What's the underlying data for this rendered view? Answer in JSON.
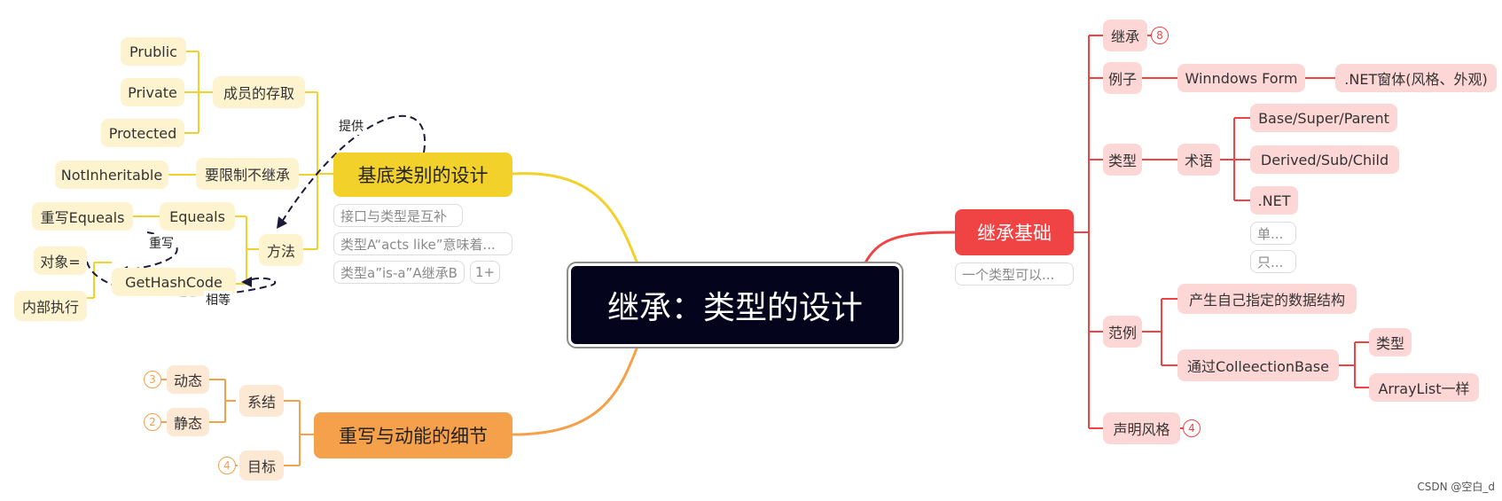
{
  "colors": {
    "yellow": "#f3d12b",
    "orange": "#f5a04a",
    "red": "#f04444",
    "central": "#04041c"
  },
  "central": {
    "label": "继承：类型的设计"
  },
  "base_design": {
    "label": "基底类别的设计",
    "members": {
      "label": "成员的存取",
      "children": [
        "Prublic",
        "Private",
        "Protected"
      ]
    },
    "restrict": {
      "label": "要限制不继承",
      "child": "NotInheritable"
    },
    "methods": {
      "label": "方法",
      "equeals": "Equeals",
      "override_equeals": "重写Equeals",
      "gethashcode": "GetHashCode",
      "object": "对象=",
      "internal": "内部执行"
    },
    "notes": [
      "接口与类型是互补",
      "类型A“acts like”意味着...",
      "类型a”is-a”A继承B"
    ],
    "more_label": "1+"
  },
  "relations": {
    "provide": "提供",
    "override": "重写",
    "equal": "相等"
  },
  "override_detail": {
    "label": "重写与动能的细节",
    "binding": {
      "label": "系结",
      "children": [
        {
          "label": "动态",
          "count": "3"
        },
        {
          "label": "静态",
          "count": "2"
        }
      ]
    },
    "target": {
      "label": "目标",
      "count": "4"
    }
  },
  "inheritance_basics": {
    "label": "继承基础",
    "note": "一个类型可以...",
    "inherit": {
      "label": "继承",
      "count": "8"
    },
    "example": {
      "label": "例子",
      "children": [
        "Winndows Form",
        ".NET窗体(风格、外观)"
      ]
    },
    "type": {
      "label": "类型",
      "term": "术语",
      "term_children": [
        "Base/Super/Parent",
        "Derived/Sub/Child",
        ".NET"
      ],
      "notes": [
        "单...",
        "只..."
      ]
    },
    "sample": {
      "label": "范例",
      "children": [
        "产生自己指定的数据结构",
        "通过ColleectionBase"
      ],
      "collection_children": [
        "类型",
        "ArrayList一样"
      ]
    },
    "declare": {
      "label": "声明风格",
      "count": "4"
    }
  },
  "watermark": "CSDN @空白_d"
}
